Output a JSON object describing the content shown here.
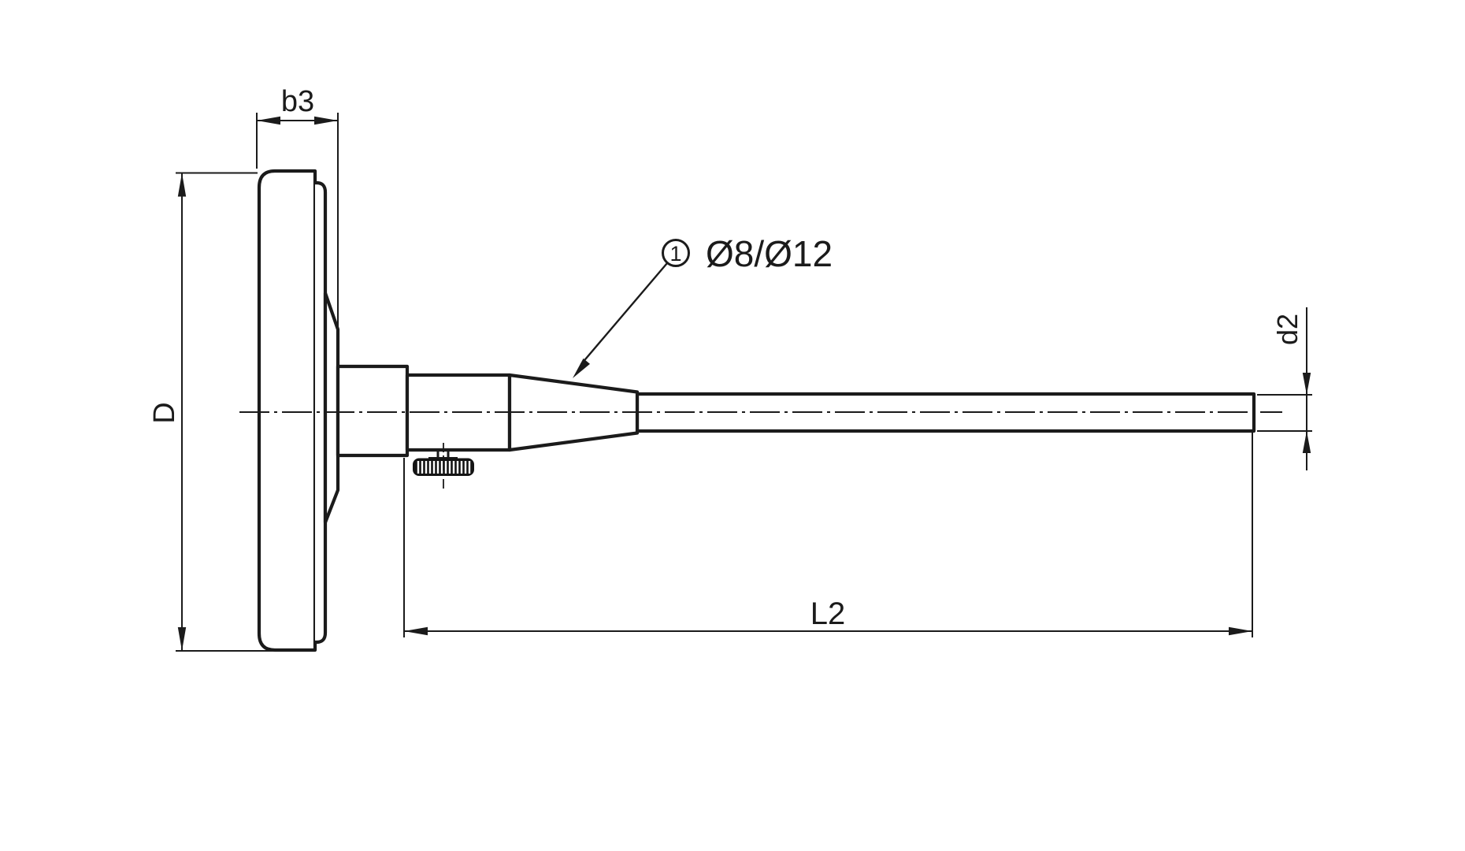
{
  "drawing": {
    "background": "#ffffff",
    "line_color": "#1b1b1b",
    "dimensions": {
      "case_depth": "b3",
      "case_diameter": "D",
      "stem_diameter": "d2",
      "stem_length": "L2"
    },
    "callout": {
      "number": "1",
      "text": "Ø8/Ø12"
    }
  }
}
